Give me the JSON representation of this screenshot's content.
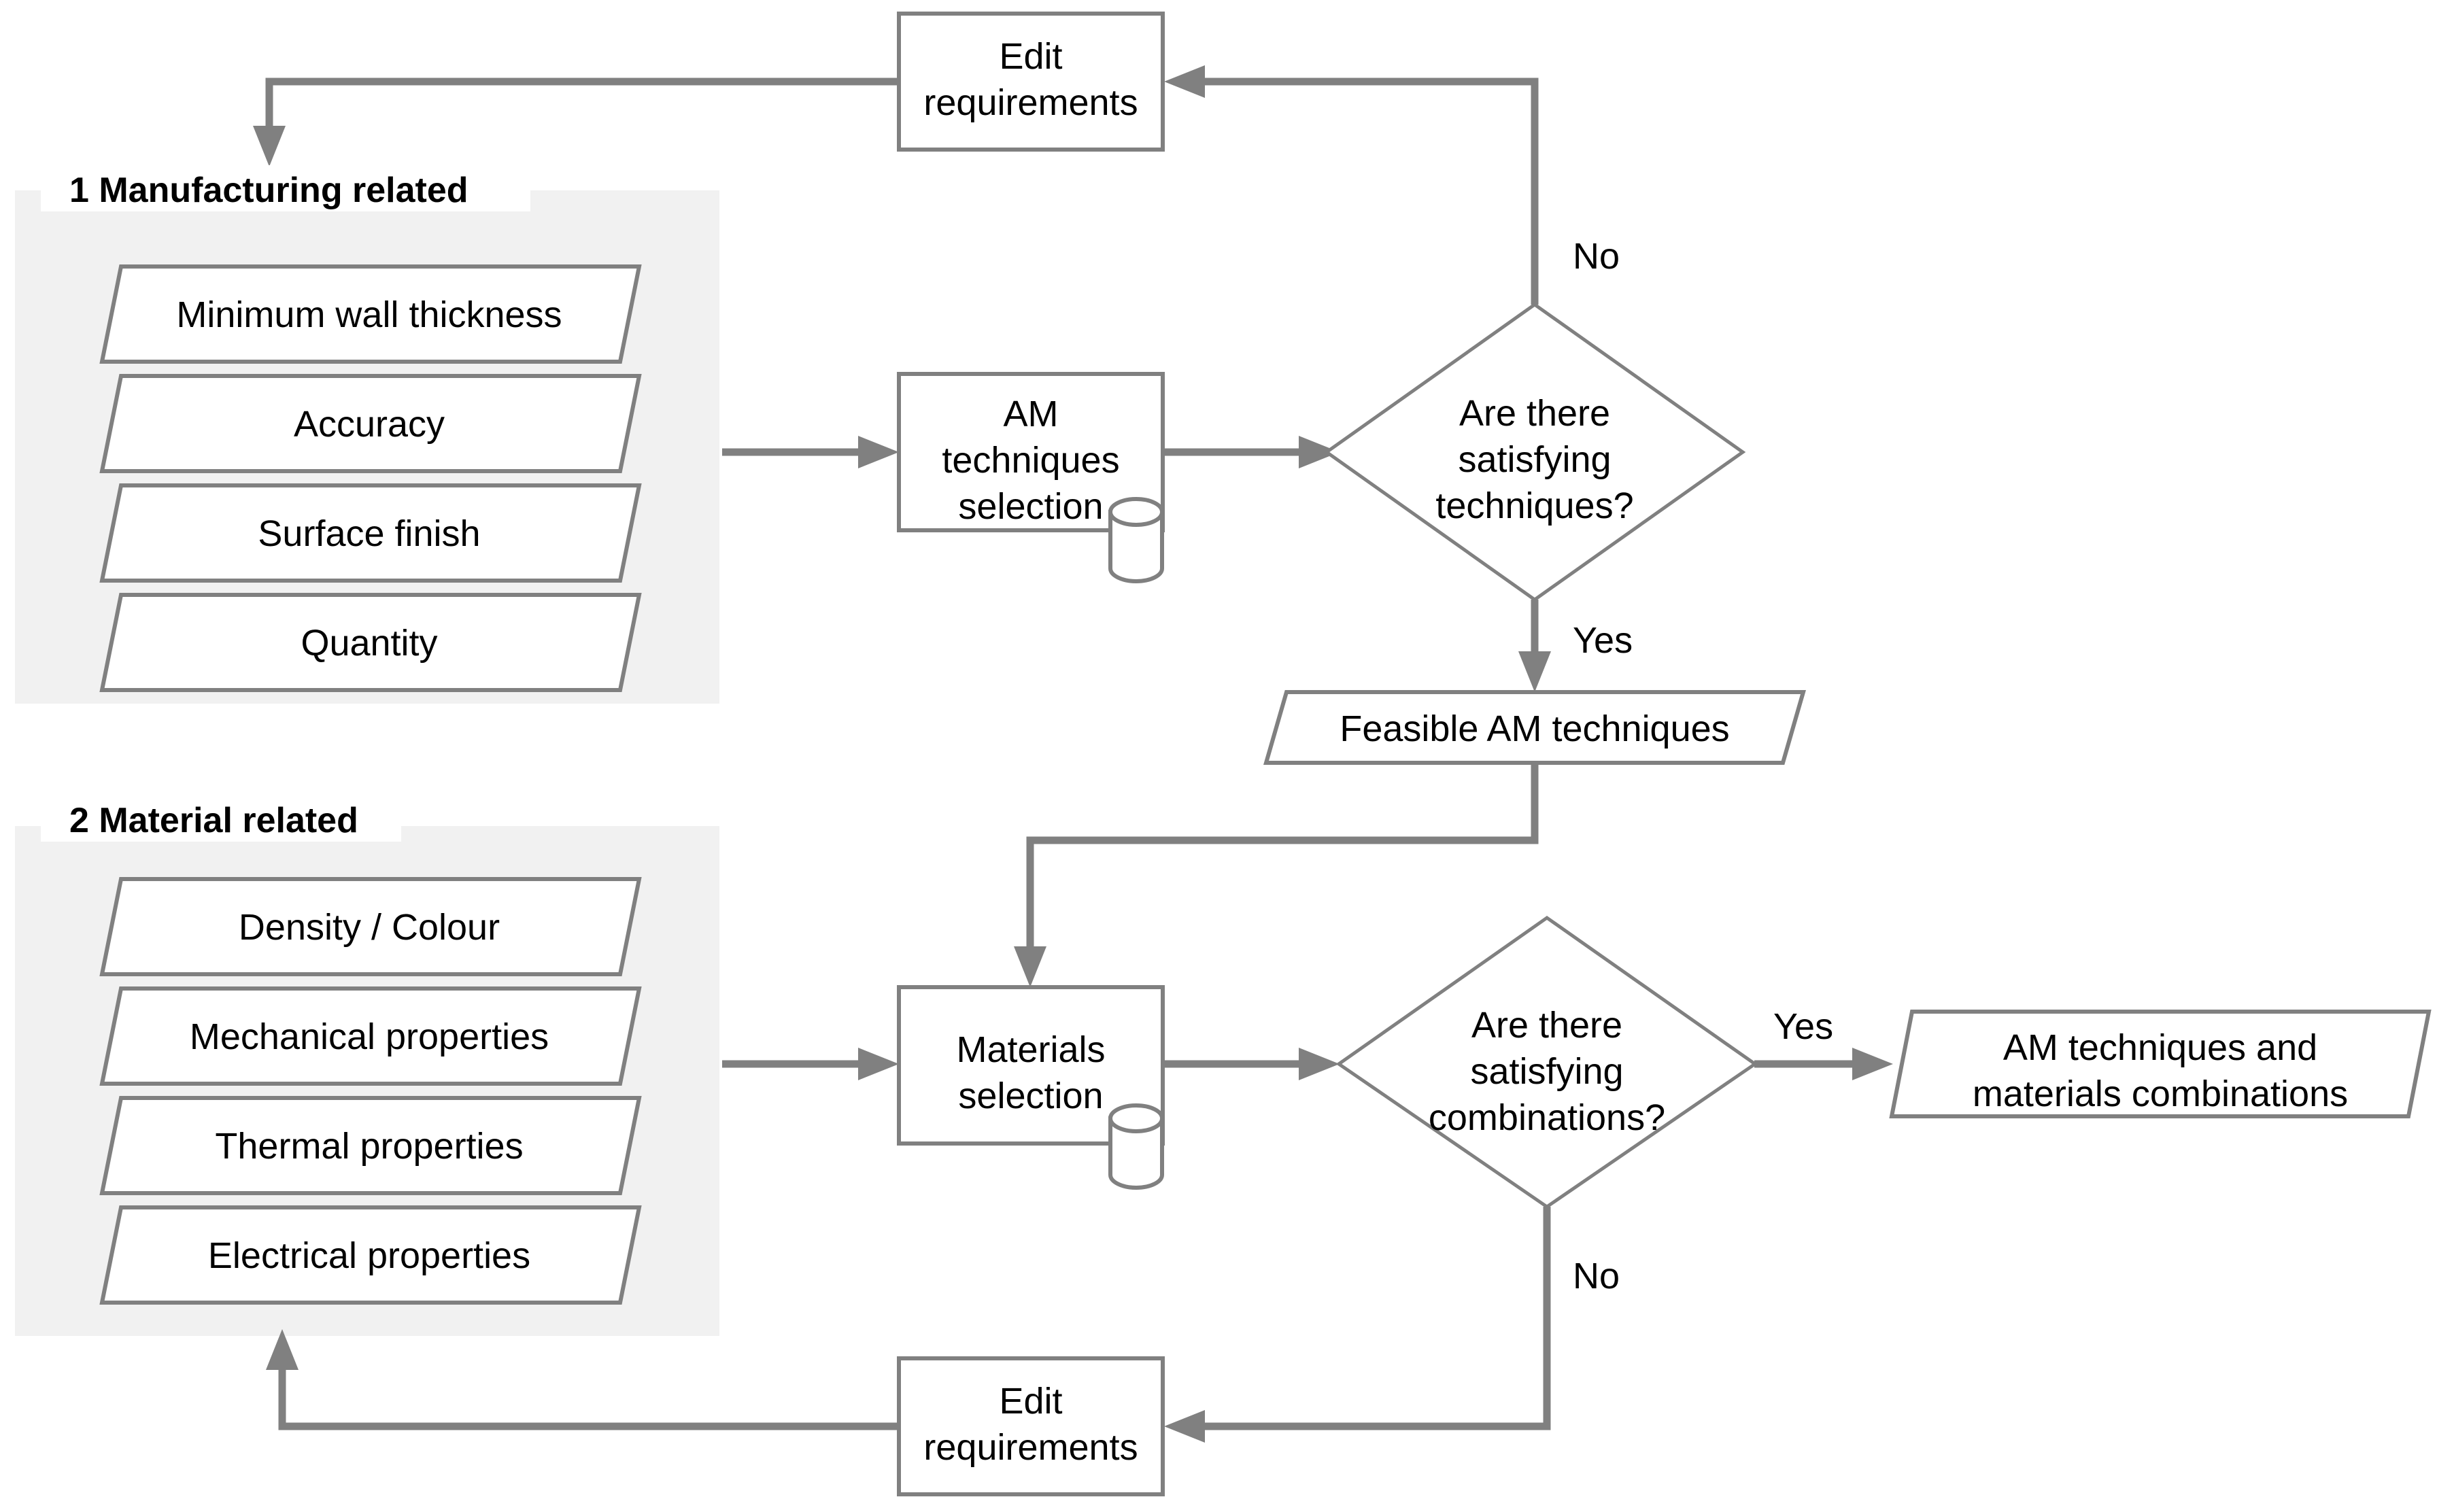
{
  "diagram": {
    "title_hidden": "",
    "colors": {
      "stroke": "#808080",
      "group_background": "#f1f1f1",
      "node_background": "#ffffff",
      "text": "#000000"
    },
    "groups": [
      {
        "id": "manufacturing",
        "label": "1 Manufacturing related",
        "items": [
          "Minimum wall thickness",
          "Accuracy",
          "Surface finish",
          "Quantity"
        ]
      },
      {
        "id": "material",
        "label": "2 Material related",
        "items": [
          "Density / Colour",
          "Mechanical properties",
          "Thermal properties",
          "Electrical properties"
        ]
      }
    ],
    "processes": {
      "am_selection": {
        "line1": "AM",
        "line2": "techniques",
        "line3": "selection"
      },
      "materials_selection": {
        "line1": "Materials",
        "line2": "selection"
      },
      "edit_requirements_top": {
        "line1": "Edit",
        "line2": "requirements"
      },
      "edit_requirements_bottom": {
        "line1": "Edit",
        "line2": "requirements"
      }
    },
    "decisions": {
      "techniques": {
        "line1": "Are there",
        "line2": "satisfying",
        "line3": "techniques?"
      },
      "combinations": {
        "line1": "Are there",
        "line2": "satisfying",
        "line3": "combinations?"
      }
    },
    "outputs": {
      "feasible": {
        "line1": "Feasible AM techniques"
      },
      "combinations": {
        "line1": "AM techniques and",
        "line2": "materials combinations"
      }
    },
    "edge_labels": {
      "techniques_no": "No",
      "techniques_yes": "Yes",
      "combinations_no": "No",
      "combinations_yes": "Yes"
    },
    "icons": {
      "database_am": "database-cylinder-icon",
      "database_materials": "database-cylinder-icon"
    }
  }
}
